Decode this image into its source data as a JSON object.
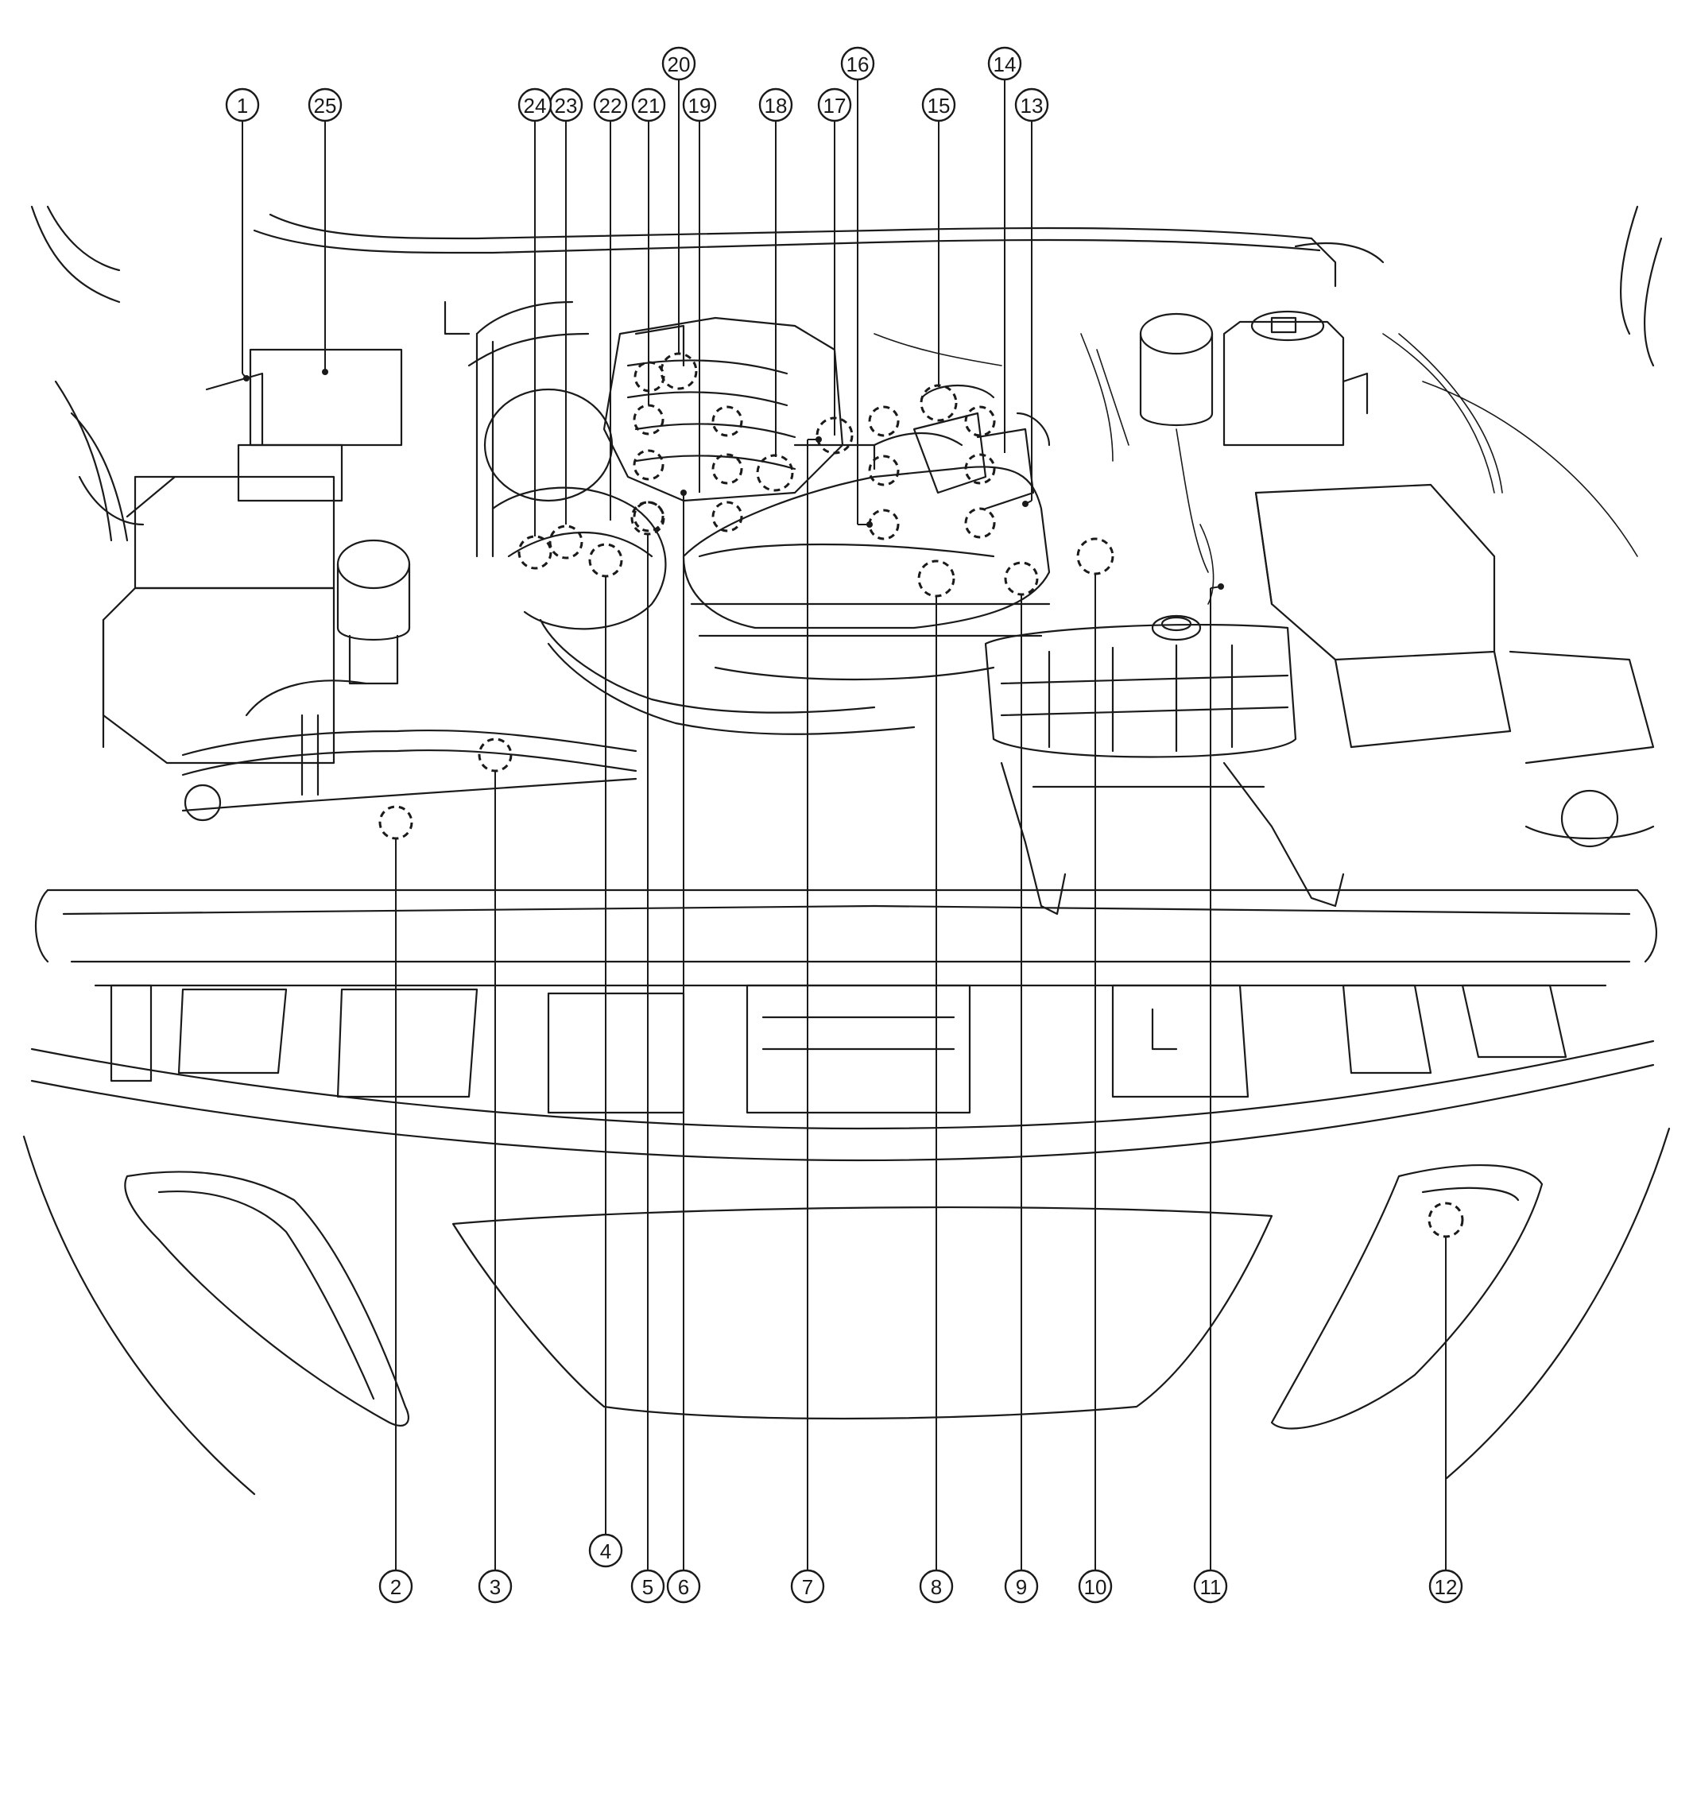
{
  "callouts": [
    {
      "id": "1",
      "label": "1"
    },
    {
      "id": "2",
      "label": "2"
    },
    {
      "id": "3",
      "label": "3"
    },
    {
      "id": "4",
      "label": "4"
    },
    {
      "id": "5",
      "label": "5"
    },
    {
      "id": "6",
      "label": "6"
    },
    {
      "id": "7",
      "label": "7"
    },
    {
      "id": "8",
      "label": "8"
    },
    {
      "id": "9",
      "label": "9"
    },
    {
      "id": "10",
      "label": "10"
    },
    {
      "id": "11",
      "label": "11"
    },
    {
      "id": "12",
      "label": "12"
    },
    {
      "id": "13",
      "label": "13"
    },
    {
      "id": "14",
      "label": "14"
    },
    {
      "id": "15",
      "label": "15"
    },
    {
      "id": "16",
      "label": "16"
    },
    {
      "id": "17",
      "label": "17"
    },
    {
      "id": "18",
      "label": "18"
    },
    {
      "id": "19",
      "label": "19"
    },
    {
      "id": "20",
      "label": "20"
    },
    {
      "id": "21",
      "label": "21"
    },
    {
      "id": "22",
      "label": "22"
    },
    {
      "id": "23",
      "label": "23"
    },
    {
      "id": "24",
      "label": "24"
    },
    {
      "id": "25",
      "label": "25"
    }
  ],
  "colors": {
    "line": "#1a1a1a",
    "background": "#ffffff"
  }
}
